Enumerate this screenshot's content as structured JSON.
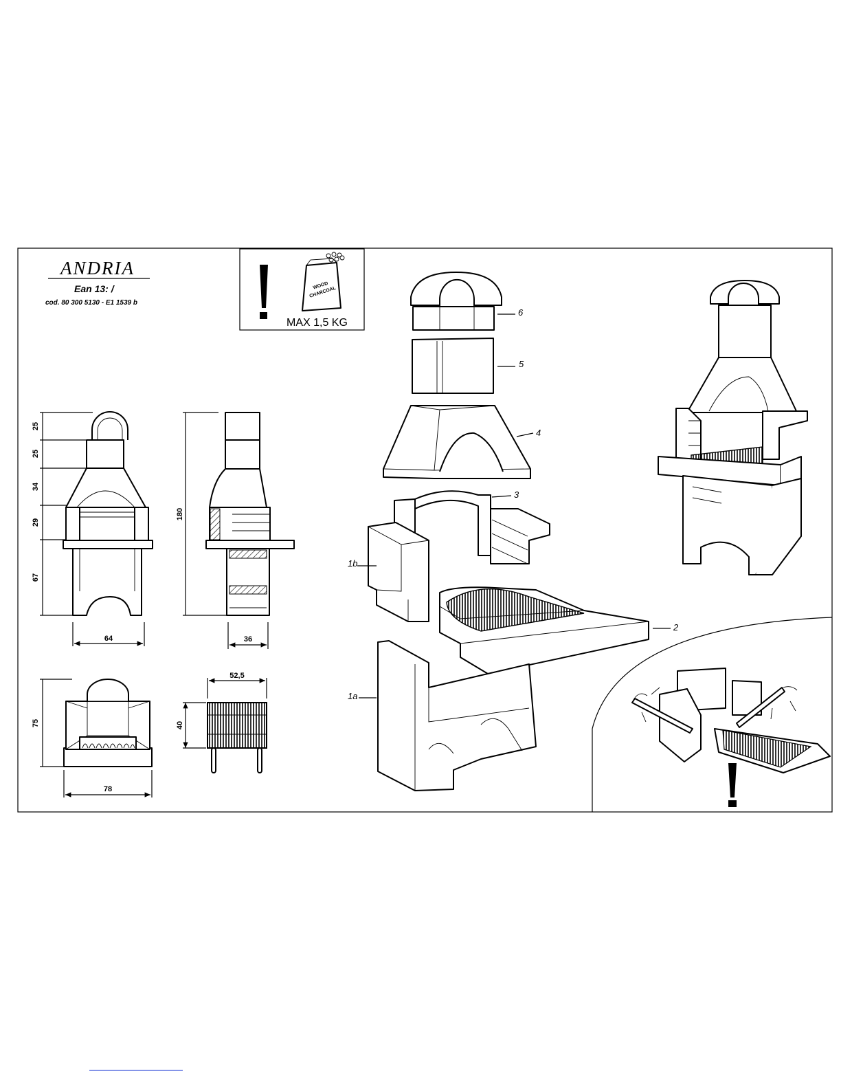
{
  "title": "ANDRIA",
  "ean": "Ean 13:  /",
  "code": "cod. 80 300 5130 - E1 1539 b",
  "warning": {
    "bag_line1": "WOOD",
    "bag_line2": "CHARCOAL",
    "max_load": "MAX 1,5 KG",
    "icons": [
      "exclamation-icon",
      "charcoal-bag-icon"
    ]
  },
  "dimensions": {
    "front_heights": [
      "25",
      "25",
      "34",
      "29",
      "67"
    ],
    "front_width": "64",
    "side_height": "180",
    "side_depth": "36",
    "top_height": "75",
    "top_width": "78",
    "grill_depth": "40",
    "grill_width": "52,5"
  },
  "parts": [
    "6",
    "5",
    "4",
    "3",
    "1b",
    "2",
    "1a"
  ],
  "footer_link": ""
}
